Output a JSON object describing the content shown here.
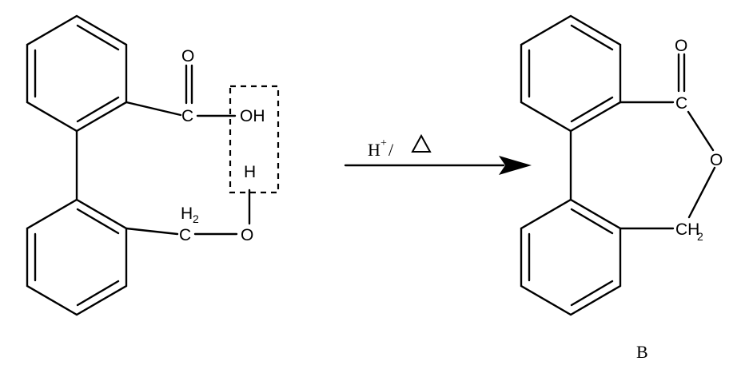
{
  "reactant": {
    "carbonyl_o": "O",
    "carbonyl_c": "C",
    "hydroxyl": "OH",
    "hydrogen": "H",
    "methylene_c": "C",
    "methylene_h": "H",
    "methylene_h_count": "2",
    "ether_o": "O"
  },
  "arrow": {
    "reagent": "H",
    "reagent_charge": "+",
    "slash": "/"
  },
  "product": {
    "carbonyl_o": "O",
    "carbonyl_c": "C",
    "ring_o": "O",
    "ch2": "CH",
    "ch2_count": "2",
    "label": "B"
  }
}
